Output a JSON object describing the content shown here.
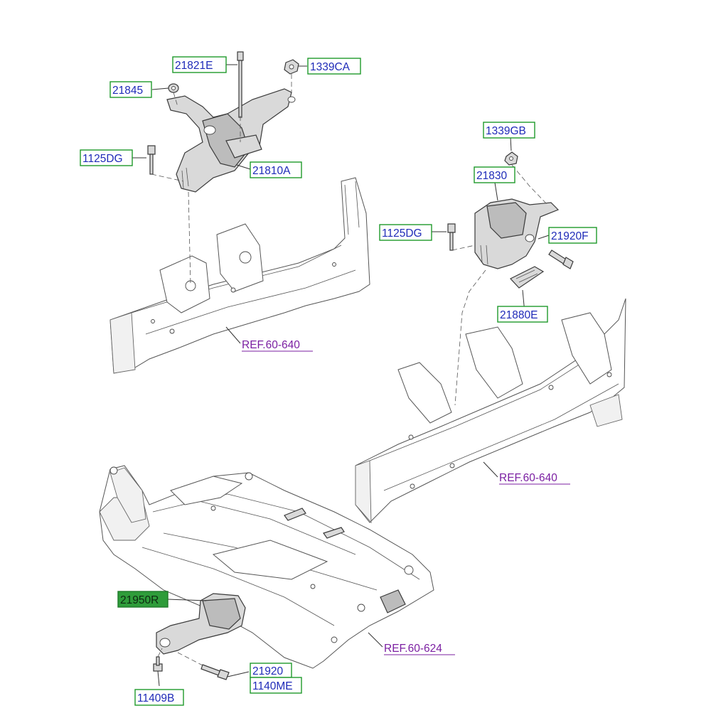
{
  "labels": {
    "l21821E": "21821E",
    "l1339CA": "1339CA",
    "l21845": "21845",
    "l1125DG_a": "1125DG",
    "l21810A": "21810A",
    "l1339GB": "1339GB",
    "l21830": "21830",
    "l1125DG_b": "1125DG",
    "l21920F": "21920F",
    "l21880E": "21880E",
    "l21950R": "21950R",
    "l21920": "21920",
    "l1140ME": "1140ME",
    "l11409B": "11409B"
  },
  "refs": {
    "ref1": "REF.60-640",
    "ref2": "REF.60-640",
    "ref3": "REF.60-624"
  }
}
